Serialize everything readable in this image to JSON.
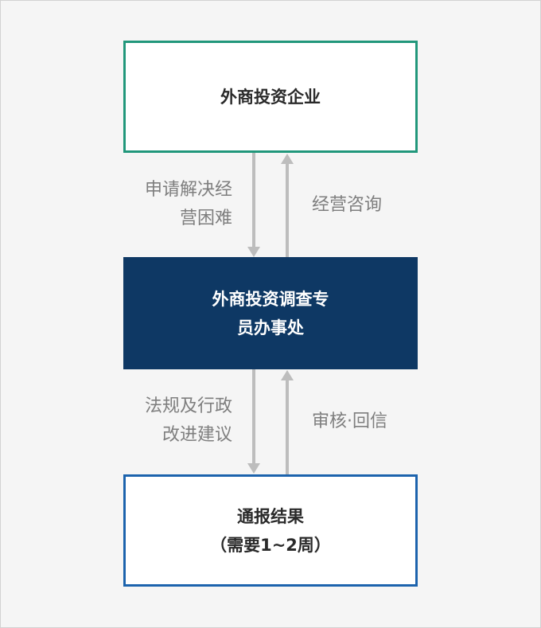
{
  "nodes": {
    "top": {
      "line1": "外商投资企业"
    },
    "middle": {
      "line1": "外商投资调查专",
      "line2": "员办事处"
    },
    "bottom": {
      "line1": "通报结果",
      "line2": "（需要1~2周）"
    }
  },
  "edges": {
    "top_down": {
      "line1": "申请解决经",
      "line2": "营困难"
    },
    "top_up": {
      "line1": "经营咨询"
    },
    "bottom_down": {
      "line1": "法规及行政",
      "line2": "改进建议"
    },
    "bottom_up": {
      "line1": "审核·回信"
    }
  },
  "colors": {
    "background": "#f5f5f5",
    "top_border": "#21977b",
    "middle_fill": "#0e3864",
    "bottom_border": "#1c63ad",
    "arrow": "#bdbdbd",
    "label_text": "#7e7e7e"
  }
}
